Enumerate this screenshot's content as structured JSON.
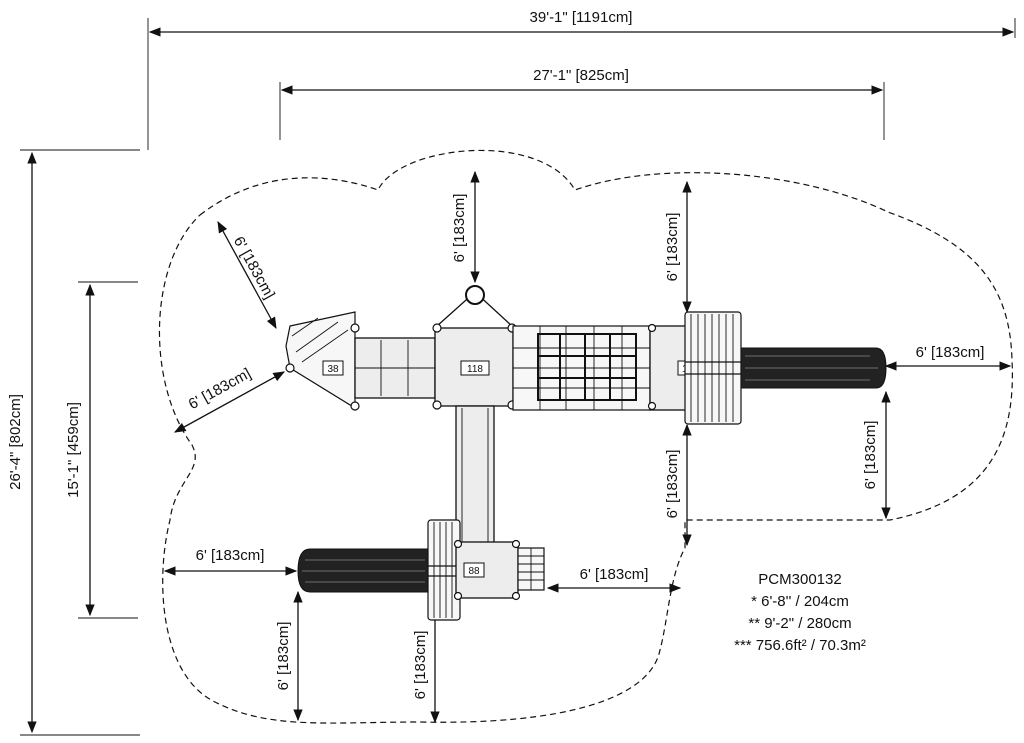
{
  "dimensions": {
    "overall_width": "39'-1\" [1191cm]",
    "equipment_width": "27'-1\" [825cm]",
    "overall_depth": "26'-4\" [802cm]",
    "equipment_depth": "15'-1\" [459cm]",
    "clearance": "6' [183cm]"
  },
  "decks": {
    "deck_a": "38",
    "deck_b": "118",
    "deck_c": "118",
    "deck_d": "88"
  },
  "notes": {
    "model": "PCM300132",
    "line1": "* 6'-8'' / 204cm",
    "line2": "** 9'-2\" / 280cm",
    "line3": "*** 756.6ft² / 70.3m²"
  },
  "colors": {
    "ink": "#111111",
    "deck_fill": "#ededed",
    "slide_fill": "#222222"
  }
}
